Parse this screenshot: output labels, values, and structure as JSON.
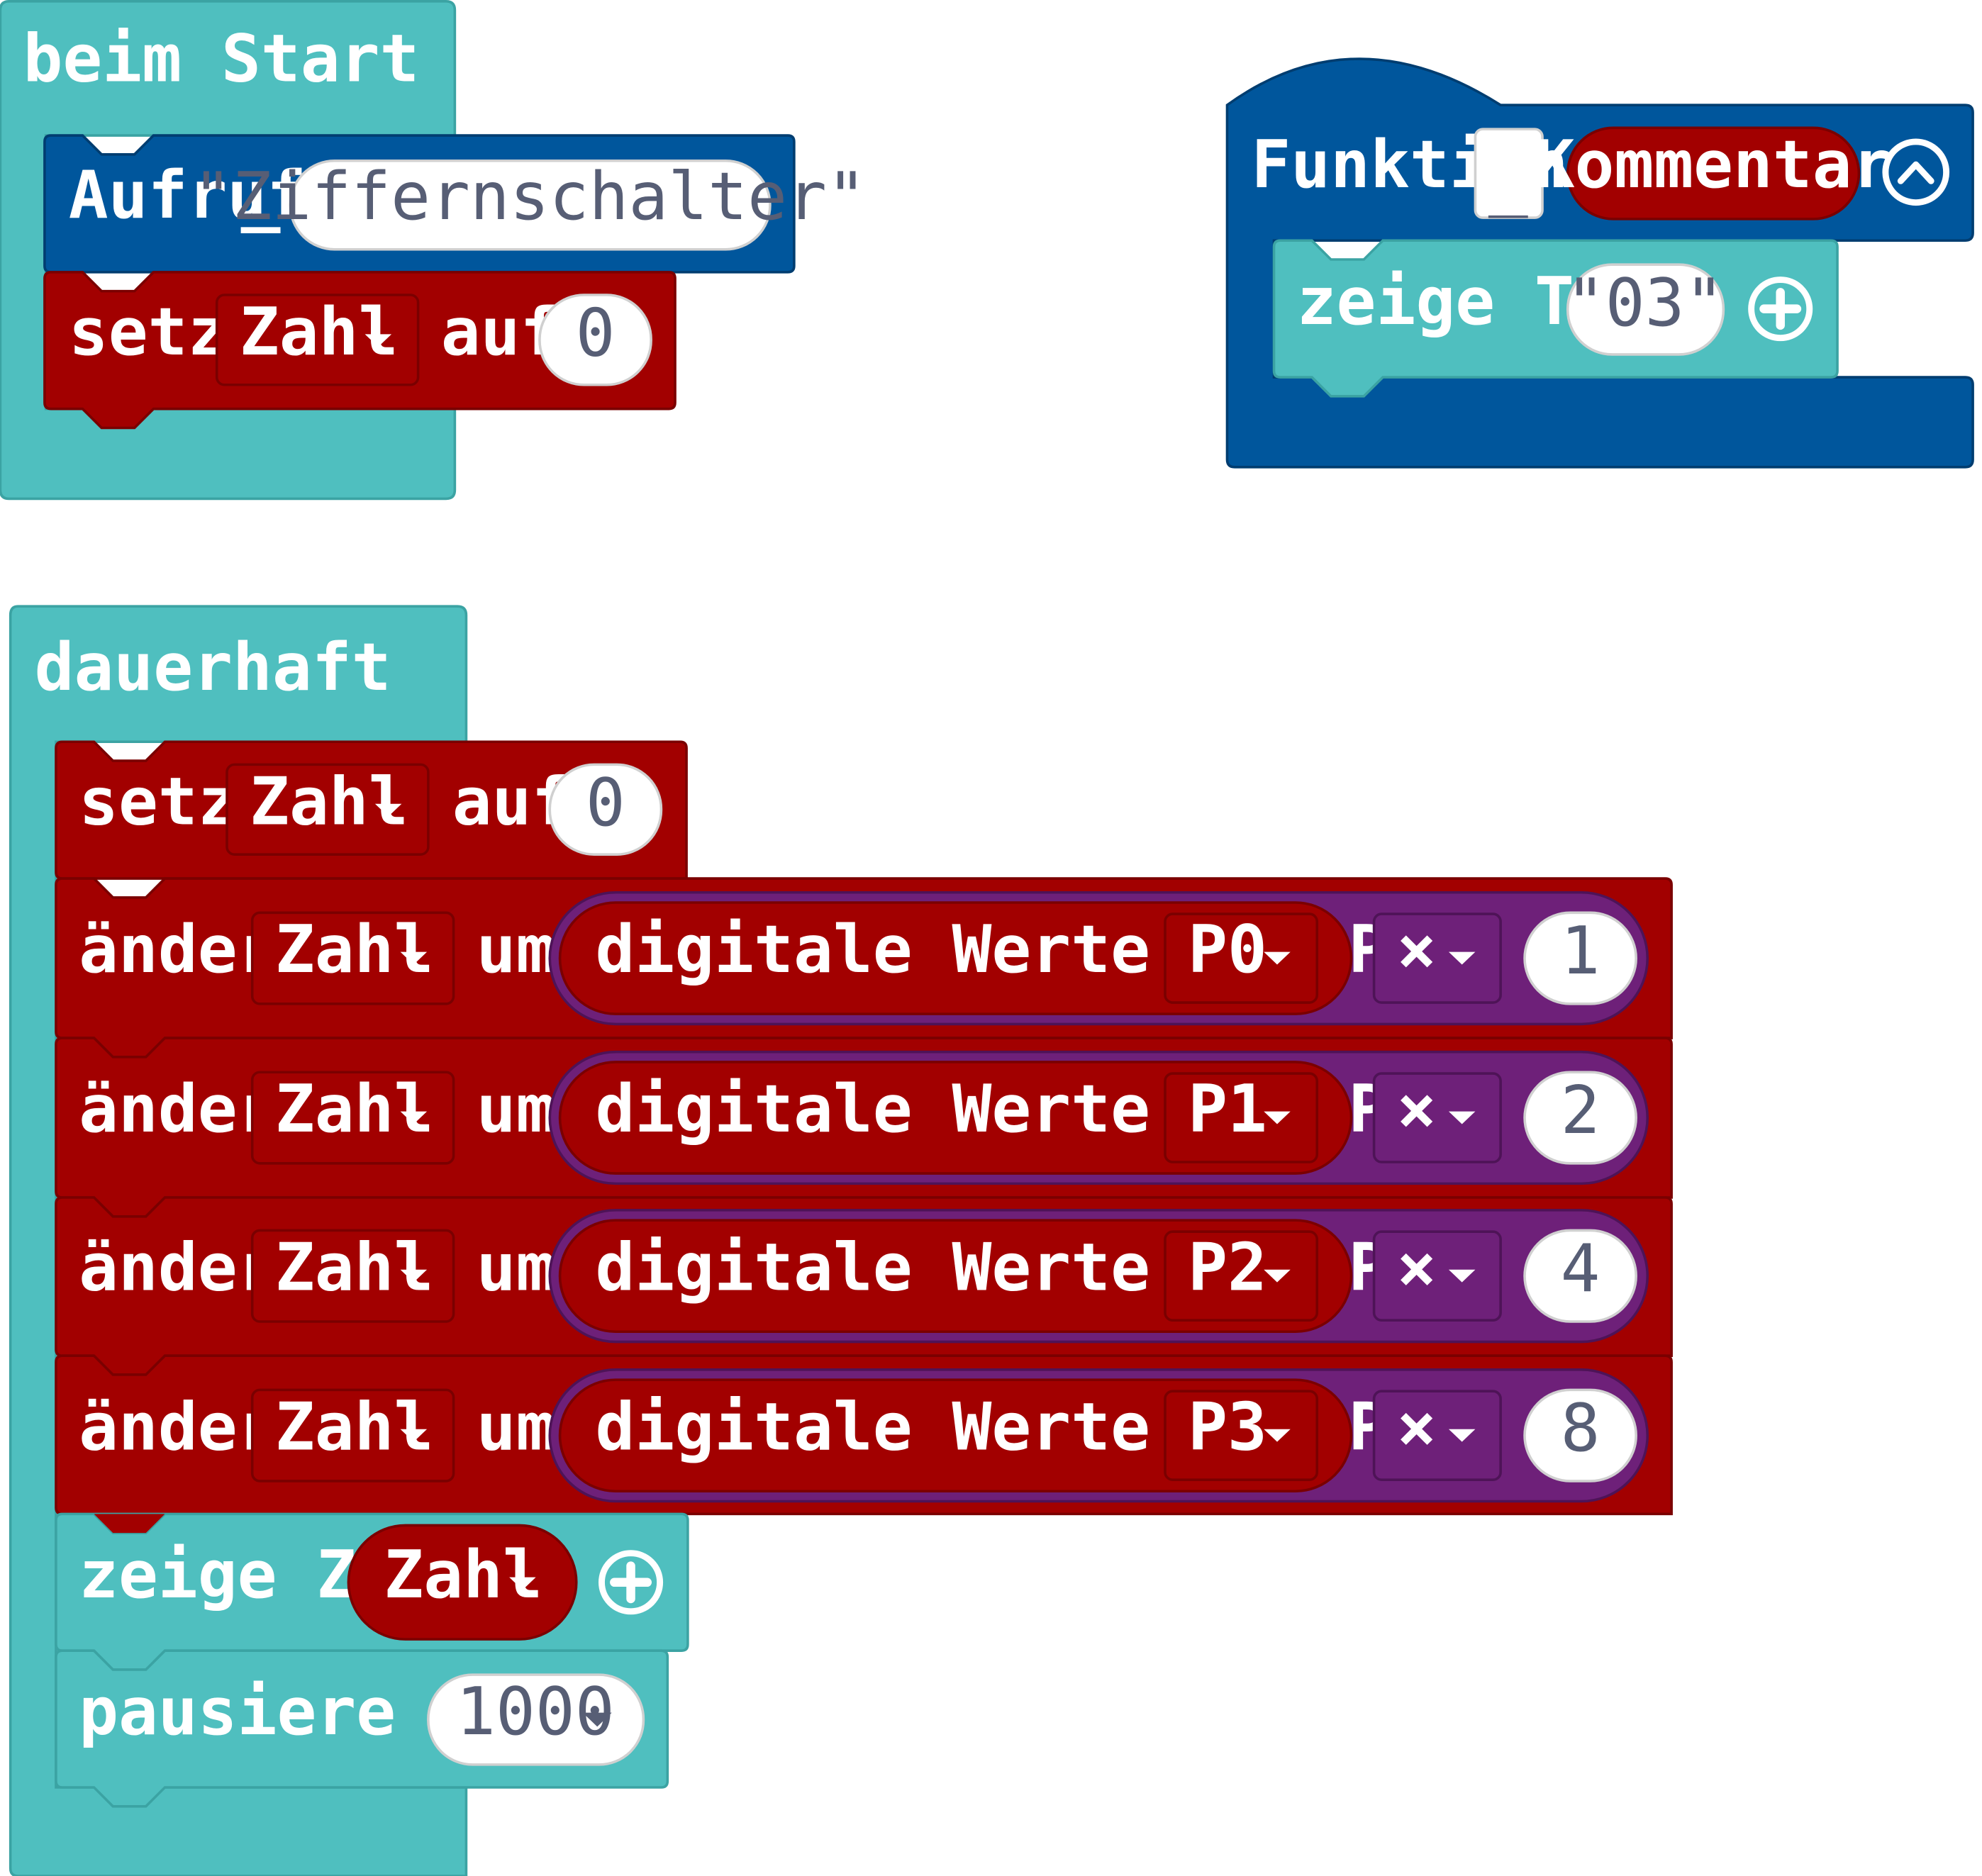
{
  "colors": {
    "basic": "#4FBFBF",
    "basic_dark": "#3BA3A3",
    "function": "#00569C",
    "variable": "#A20000",
    "variable_dark": "#7A0000",
    "pins": "#6E2079",
    "pins_dark": "#4E1357",
    "field": "#FFFFFF",
    "field_text": "#575E75"
  },
  "on_start": {
    "label": "beim Start",
    "call": {
      "label": "Aufruf",
      "name": "_",
      "arg": "\"Ziffernschalter\""
    },
    "set": {
      "label": "setze",
      "variable": "Zahl",
      "to_label": "auf",
      "value": "0"
    }
  },
  "function_def": {
    "label": "Funktion",
    "name": "_",
    "param": "Kommentar",
    "collapse_icon": "chevron-up-circle-icon",
    "body": {
      "label": "zeige Text",
      "value": "\"03\"",
      "expand_icon": "plus-circle-icon"
    }
  },
  "forever": {
    "label": "dauerhaft",
    "set": {
      "label": "setze",
      "variable": "Zahl",
      "to_label": "auf",
      "value": "0"
    },
    "changes": [
      {
        "label": "ändere",
        "variable": "Zahl",
        "by_label": "um",
        "reporter": "digitale Werte von Pin",
        "pin": "P0",
        "operator": "×",
        "multiplier": "1"
      },
      {
        "label": "ändere",
        "variable": "Zahl",
        "by_label": "um",
        "reporter": "digitale Werte von Pin",
        "pin": "P1",
        "operator": "×",
        "multiplier": "2"
      },
      {
        "label": "ändere",
        "variable": "Zahl",
        "by_label": "um",
        "reporter": "digitale Werte von Pin",
        "pin": "P2",
        "operator": "×",
        "multiplier": "4"
      },
      {
        "label": "ändere",
        "variable": "Zahl",
        "by_label": "um",
        "reporter": "digitale Werte von Pin",
        "pin": "P3",
        "operator": "×",
        "multiplier": "8"
      }
    ],
    "show": {
      "label": "zeige Zahl",
      "variable": "Zahl",
      "expand_icon": "plus-circle-icon"
    },
    "pause": {
      "label": "pausiere (ms)",
      "value": "1000"
    }
  }
}
